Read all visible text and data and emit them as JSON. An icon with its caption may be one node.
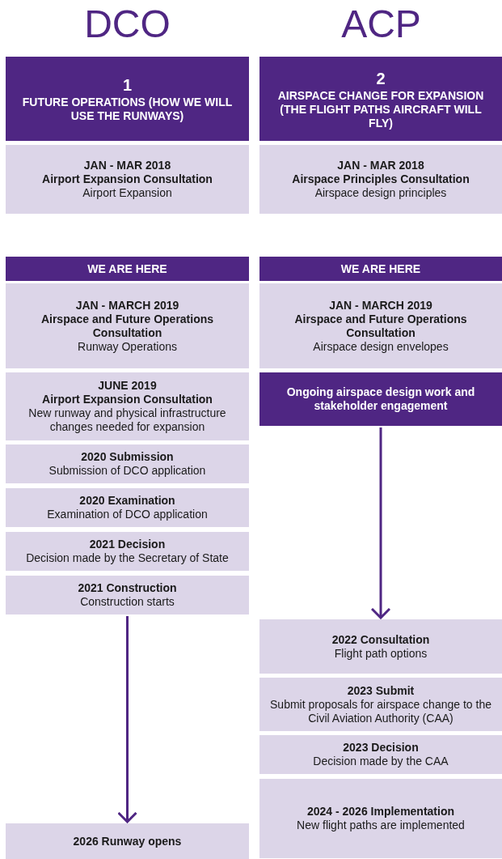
{
  "diagram": {
    "nodes": [
      {
        "text": [
          "1",
          "FUTURE OPERATIONS (HOW WE WILL USE THE RUNWAYS)"
        ]
      },
      {
        "text": [
          "2",
          "AIRSPACE CHANGE FOR EXPANSION (THE FLIGHT PATHS AIRCRAFT WILL FLY)"
        ]
      },
      {
        "text": [
          "JAN - MAR 2018",
          "Airport Expansion Consultation",
          "Airport Expansion"
        ]
      },
      {
        "text": [
          "JAN - MAR 2018",
          "Airspace Principles Consultation",
          "Airspace design principles"
        ]
      },
      {
        "text": [
          "WE ARE HERE"
        ]
      },
      {
        "text": [
          "WE ARE HERE"
        ]
      },
      {
        "text": [
          "JAN - MARCH 2019",
          "Airspace and Future Operations Consultation",
          "Runway Operations"
        ]
      },
      {
        "text": [
          "JAN - MARCH 2019",
          "Airspace and Future Operations Consultation",
          "Airspace design envelopes"
        ]
      },
      {
        "text": [
          "JUNE 2019",
          "Airport Expansion Consultation",
          "New runway and physical infrastructure changes needed for expansion"
        ]
      },
      {
        "text": [
          "Ongoing airspace design work and stakeholder engagement"
        ]
      },
      {
        "text": [
          "2020 Submission",
          "Submission of DCO application"
        ]
      },
      {
        "text": [
          "2020 Examination",
          "Examination of DCO application"
        ]
      },
      {
        "text": [
          "2021 Decision",
          "Decision made by the Secretary of State"
        ]
      },
      {
        "text": [
          "2021 Construction",
          "Construction starts"
        ]
      },
      {
        "text": [
          "2022 Consultation",
          "Flight path options"
        ]
      },
      {
        "text": [
          "2023 Submit",
          "Submit proposals for airspace change to the Civil Aviation Authority (CAA)"
        ]
      },
      {
        "text": [
          "2023 Decision",
          "Decision made by the CAA"
        ]
      },
      {
        "text": [
          "2024 - 2026 Implementation",
          "New flight paths are implemented"
        ]
      },
      {
        "text": [
          "2026 Runway opens"
        ]
      }
    ],
    "edges": [
      {
        "from": 13,
        "to": 18,
        "arrow": "to"
      },
      {
        "from": 9,
        "to": 14,
        "arrow": "to"
      }
    ],
    "labels": [
      "DCO",
      "ACP"
    ]
  }
}
